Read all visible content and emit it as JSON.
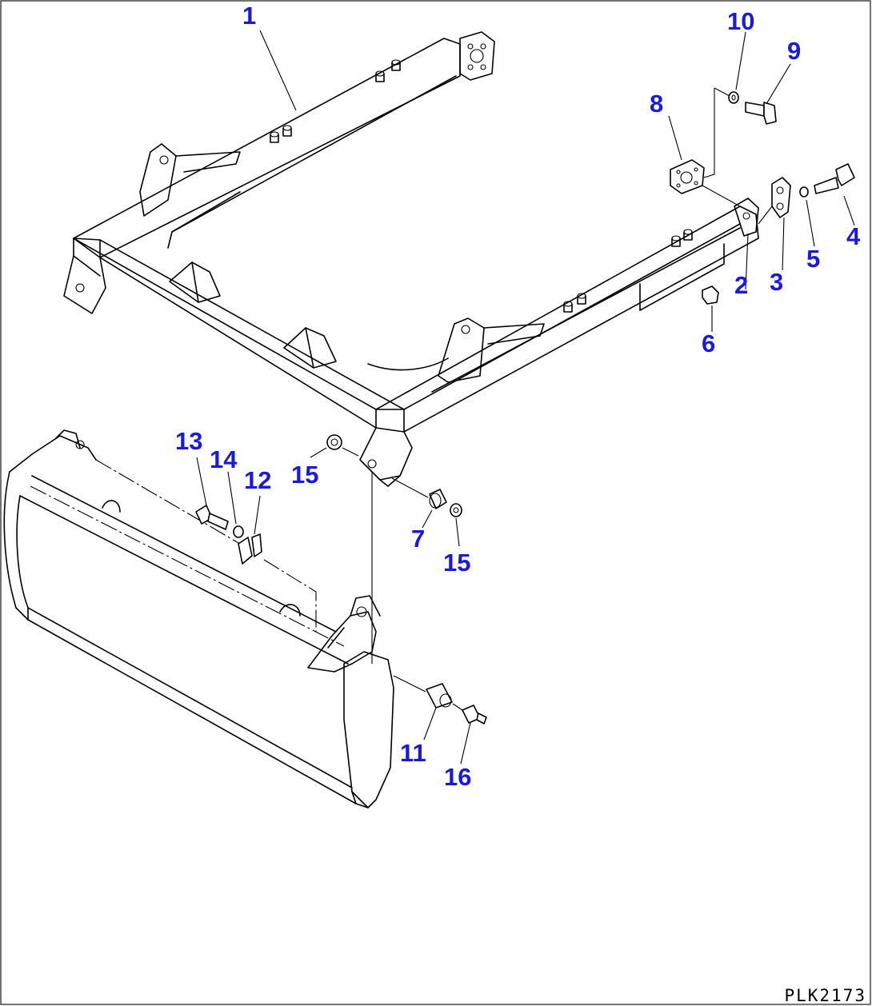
{
  "diagram": {
    "drawing_code": "PLK2173",
    "callouts": [
      "1",
      "2",
      "3",
      "4",
      "5",
      "6",
      "7",
      "8",
      "9",
      "10",
      "11",
      "12",
      "13",
      "14",
      "15",
      "15",
      "16"
    ],
    "colors": {
      "callout": "#1a1adb",
      "line": "#000000",
      "background": "#ffffff"
    }
  }
}
